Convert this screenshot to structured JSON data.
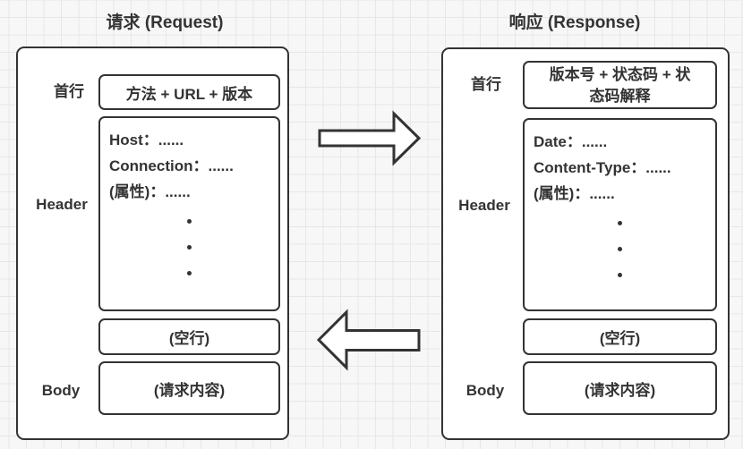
{
  "colors": {
    "stroke": "#333333",
    "shape_fill": "#ffffff",
    "grid_line": "#e7e7e7",
    "canvas_bg": "#f7f7f7",
    "text": "#333333"
  },
  "request": {
    "title": "请求 (Request)",
    "first_line_label": "首行",
    "first_line_box": "方法 + URL + 版本",
    "header_label": "Header",
    "header_box_lines": [
      "Host：......",
      "Connection：......",
      "(属性)：......"
    ],
    "blank_line_box": "(空行)",
    "body_label": "Body",
    "body_box": "(请求内容)"
  },
  "response": {
    "title": "响应 (Response)",
    "first_line_label": "首行",
    "first_line_box_lines": [
      "版本号 + 状态码 + 状",
      "态码解释"
    ],
    "header_label": "Header",
    "header_box_lines": [
      "Date：......",
      "Content-Type：......",
      "(属性)：......"
    ],
    "blank_line_box": "(空行)",
    "body_label": "Body",
    "body_box": "(请求内容)"
  }
}
